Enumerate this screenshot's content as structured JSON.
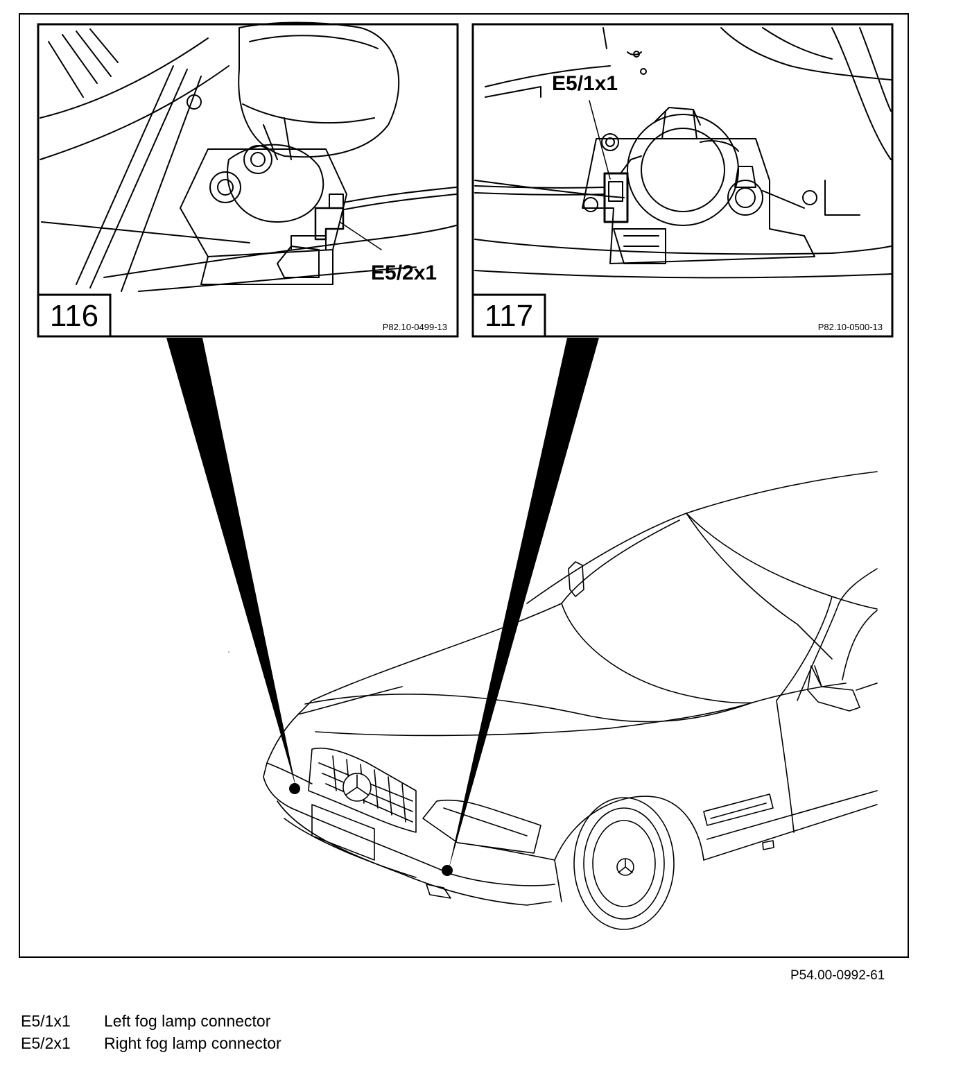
{
  "panels": [
    {
      "number": "116",
      "callout": "E5/2x1",
      "ref": "P82.10-0499-13"
    },
    {
      "number": "117",
      "callout": "E5/1x1",
      "ref": "P82.10-0500-13"
    }
  ],
  "figure_ref": "P54.00-0992-61",
  "legend": [
    {
      "code": "E5/1x1",
      "description": "Left fog lamp connector"
    },
    {
      "code": "E5/2x1",
      "description": "Right fog lamp connector"
    }
  ]
}
